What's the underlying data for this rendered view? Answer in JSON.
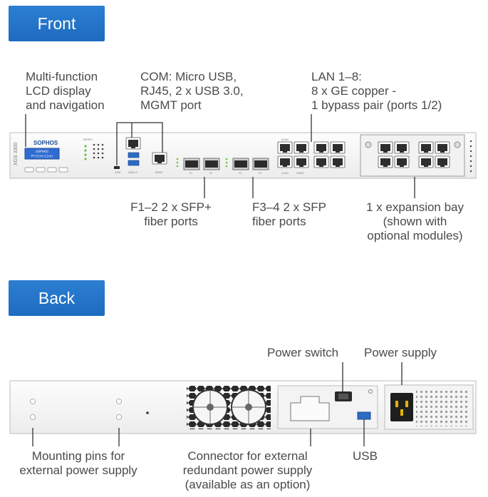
{
  "tabs": {
    "front": "Front",
    "back": "Back"
  },
  "front_labels": {
    "lcd": [
      "Multi-function",
      "LCD display",
      "and navigation"
    ],
    "com": [
      "COM: Micro USB,",
      "RJ45, 2 x USB 3.0,",
      "MGMT port"
    ],
    "lan": [
      "LAN 1–8:",
      "8 x GE copper -",
      "1 bypass pair (ports 1/2)"
    ],
    "f12": [
      "F1–2  2 x SFP+",
      "fiber ports"
    ],
    "f34": [
      "F3–4  2 x SFP",
      "fiber ports"
    ],
    "bay": [
      "1 x expansion bay",
      "(shown with",
      "optional modules)"
    ]
  },
  "back_labels": {
    "power_switch": "Power switch",
    "power_supply": "Power supply",
    "mounting": [
      "Mounting pins for",
      "external power supply"
    ],
    "connector": [
      "Connector for external",
      "redundant power supply",
      "(available as an option)"
    ],
    "usb": "USB"
  },
  "device": {
    "brand": "SOPHOS",
    "lcd_line1": "SOPHOS",
    "lcd_line2": "Protection",
    "side_model": "XGS 3300",
    "reset": "RESET",
    "com_port": "COM",
    "usb_port": "USB 3.0",
    "mgmt_port": "MGMT",
    "sfp_f1": "F1",
    "sfp_f2": "F2",
    "sfp_f3": "F3",
    "sfp_f4": "F4",
    "lan_bypass": "2/LAN",
    "lan_bypass_b": "1/LAN",
    "lan_bypass_c": "2/DMZ"
  },
  "colors": {
    "tab": "#1f6fc4",
    "line": "#333333",
    "chassis": "#f7f7f7"
  }
}
